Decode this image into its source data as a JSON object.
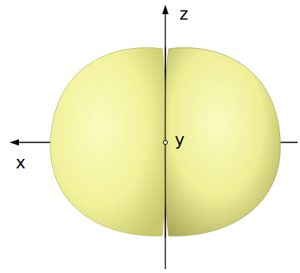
{
  "diagram": {
    "labels": [
      "z",
      "x",
      "y"
    ]
  }
}
